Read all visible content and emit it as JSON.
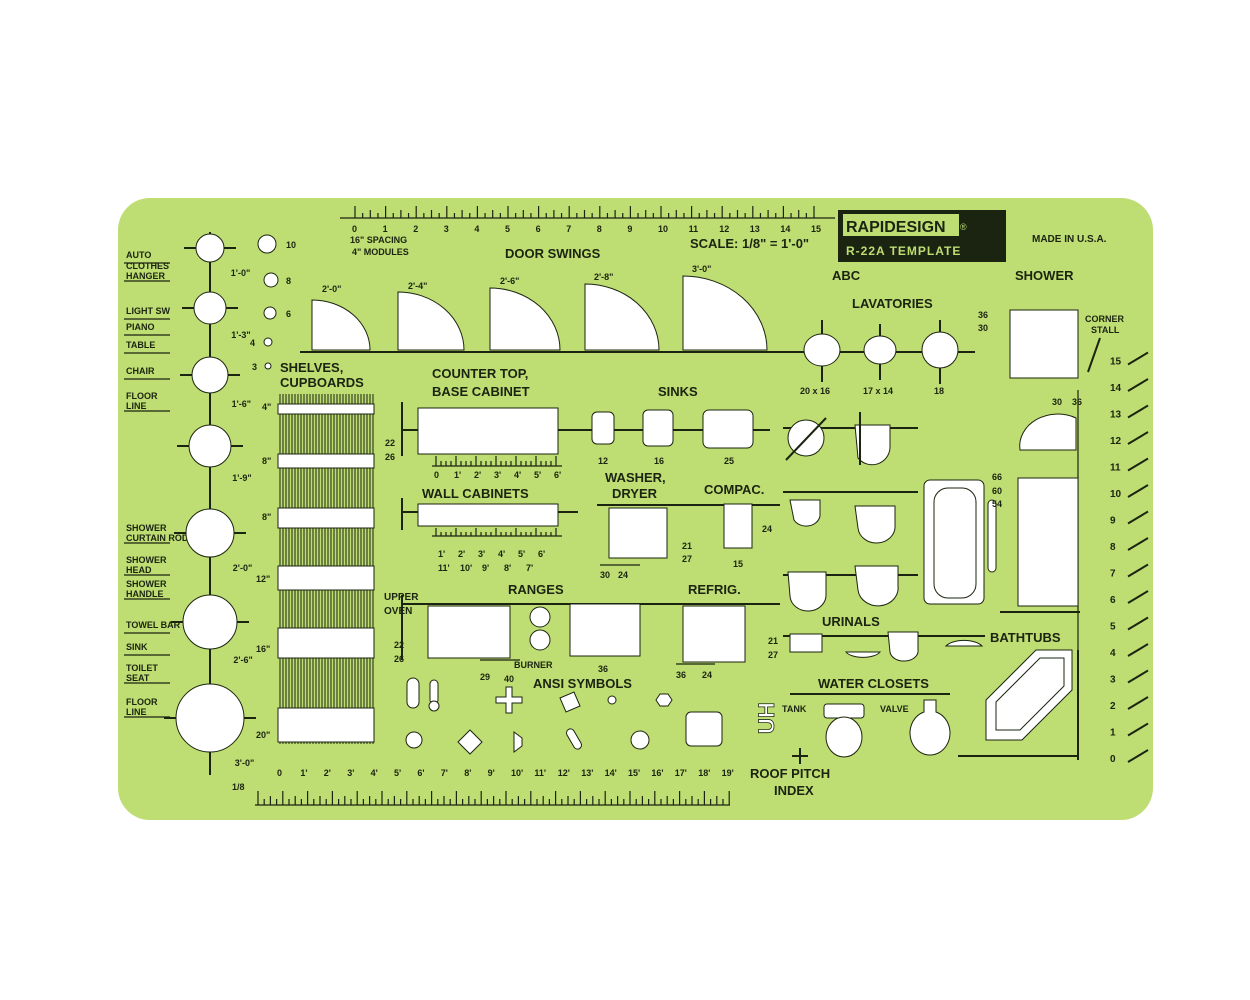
{
  "colors": {
    "plastic": "#bedd73",
    "ink": "#1b2410",
    "hole": "#ffffff",
    "logo_bg": "#1b2410"
  },
  "logo": {
    "brand": "RAPIDESIGN",
    "mark": "®",
    "model": "R-22A  TEMPLATE"
  },
  "made_in": "MADE IN U.S.A.",
  "scale_label": "SCALE: 1/8\" = 1'-0\"",
  "spacing_label": "16\" SPACING",
  "modules_label": "4\" MODULES",
  "top_ruler_numbers": [
    "0",
    "1",
    "2",
    "3",
    "4",
    "5",
    "6",
    "7",
    "8",
    "9",
    "10",
    "11",
    "12",
    "13",
    "14",
    "15"
  ],
  "door_swings": {
    "title": "DOOR  SWINGS",
    "sizes": [
      "2'-0\"",
      "2'-4\"",
      "2'-6\"",
      "2'-8\"",
      "3'-0\""
    ]
  },
  "abc": "ABC",
  "lavatories": {
    "title": "LAVATORIES",
    "sizes": [
      "20 x 16",
      "17 x 14",
      "18"
    ]
  },
  "shower": {
    "title": "SHOWER",
    "dims": [
      "36",
      "30"
    ],
    "corner": "CORNER",
    "stall": "STALL",
    "bottom": [
      "30",
      "36"
    ]
  },
  "right_scale_numbers": [
    "0",
    "1",
    "2",
    "3",
    "4",
    "5",
    "6",
    "7",
    "8",
    "9",
    "10",
    "11",
    "12",
    "13",
    "14",
    "15"
  ],
  "left_labels": [
    "AUTO",
    "CLOTHES HANGER",
    "LIGHT SW",
    "PIANO",
    "TABLE",
    "CHAIR",
    "FLOOR LINE",
    "SHOWER CURTAIN ROD",
    "SHOWER HEAD",
    "SHOWER HANDLE",
    "TOWEL BAR",
    "SINK",
    "TOILET SEAT",
    "FLOOR LINE"
  ],
  "circle_sizes": [
    "1'-0\"",
    "1'-3\"",
    "1'-6\"",
    "1'-9\"",
    "2'-0\"",
    "2'-6\"",
    "3'-0\""
  ],
  "small_circles": [
    "10",
    "8",
    "6",
    "4",
    "3"
  ],
  "shelves": {
    "title": "SHELVES, CUPBOARDS",
    "sizes": [
      "4\"",
      "8\"",
      "8\"",
      "12\"",
      "16\"",
      "20\""
    ]
  },
  "counter": {
    "title": "COUNTER TOP, BASE CABINET",
    "dims": [
      "22",
      "26"
    ],
    "ruler": [
      "0",
      "1'",
      "2'",
      "3'",
      "4'",
      "5'",
      "6'"
    ]
  },
  "sinks": {
    "title": "SINKS",
    "sizes": [
      "12",
      "16",
      "25"
    ]
  },
  "wall_cabinets": {
    "title": "WALL CABINETS",
    "ruler_top": [
      "1'",
      "2'",
      "3'",
      "4'",
      "5'",
      "6'"
    ],
    "ruler_bottom": [
      "11'",
      "10'",
      "9'",
      "8'",
      "7'"
    ]
  },
  "washer": {
    "title": "WASHER, DRYER",
    "dims": [
      "21",
      "27"
    ],
    "bottom": [
      "30",
      "24"
    ]
  },
  "compac": {
    "title": "COMPAC.",
    "dims": [
      "24",
      "15"
    ]
  },
  "tub_dims": [
    "66",
    "60",
    "54"
  ],
  "ranges": {
    "title": "RANGES",
    "upper": "UPPER",
    "oven": "OVEN",
    "dims": [
      "22",
      "26"
    ],
    "burner": "BURNER",
    "bottom": [
      "29",
      "40"
    ],
    "size": "36"
  },
  "refrig": {
    "title": "REFRIG.",
    "dims": [
      "21",
      "27"
    ],
    "bottom": [
      "36",
      "24"
    ]
  },
  "urinals": "URINALS",
  "bathtubs": "BATHTUBS",
  "water_closets": {
    "title": "WATER CLOSETS",
    "tank": "TANK",
    "valve": "VALVE"
  },
  "ansi": "ANSI SYMBOLS",
  "roof": {
    "line1": "ROOF PITCH",
    "line2": "INDEX"
  },
  "bottom_ruler_numbers": [
    "0",
    "1'",
    "2'",
    "3'",
    "4'",
    "5'",
    "6'",
    "7'",
    "8'",
    "9'",
    "10'",
    "11'",
    "12'",
    "13'",
    "14'",
    "15'",
    "16'",
    "17'",
    "18'",
    "19'"
  ],
  "scale_fraction": "1/8",
  "uh_symbol": "UH"
}
